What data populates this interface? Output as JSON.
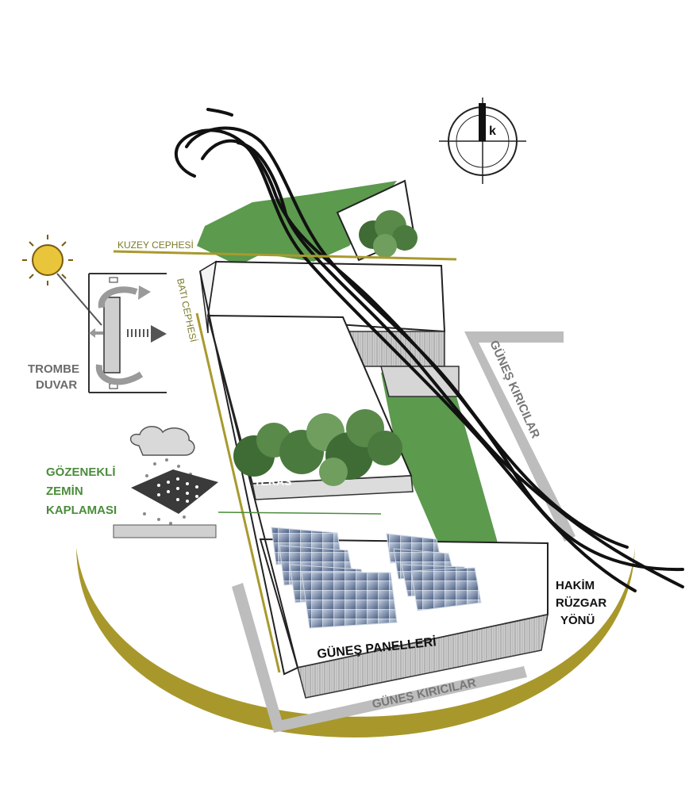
{
  "labels": {
    "kuzey": "KUZEY CEPHESİ",
    "bati": "BATI CEPHESİ",
    "trombe_1": "TROMBE",
    "trombe_2": "DUVAR",
    "gozenekli_1": "GÖZENEKLİ",
    "gozenekli_2": "ZEMİN",
    "gozenekli_3": "KAPLAMASI",
    "teras": "TERAS",
    "gunes_panelleri": "GÜNEŞ PANELLERİ",
    "gunes_kiricilar_right": "GÜNEŞ KIRICILAR",
    "gunes_kiricilar_bottom": "GÜNEŞ KIRICILAR",
    "hakim_1": "HAKİM",
    "hakim_2": "RÜZGAR",
    "hakim_3": "YÖNÜ",
    "gunes": "GÜNEŞ",
    "north_k": "k"
  },
  "colors": {
    "green": "#5c9a4e",
    "olive": "#a89a2e",
    "grey": "#b5b5b5",
    "dark": "#111111"
  }
}
